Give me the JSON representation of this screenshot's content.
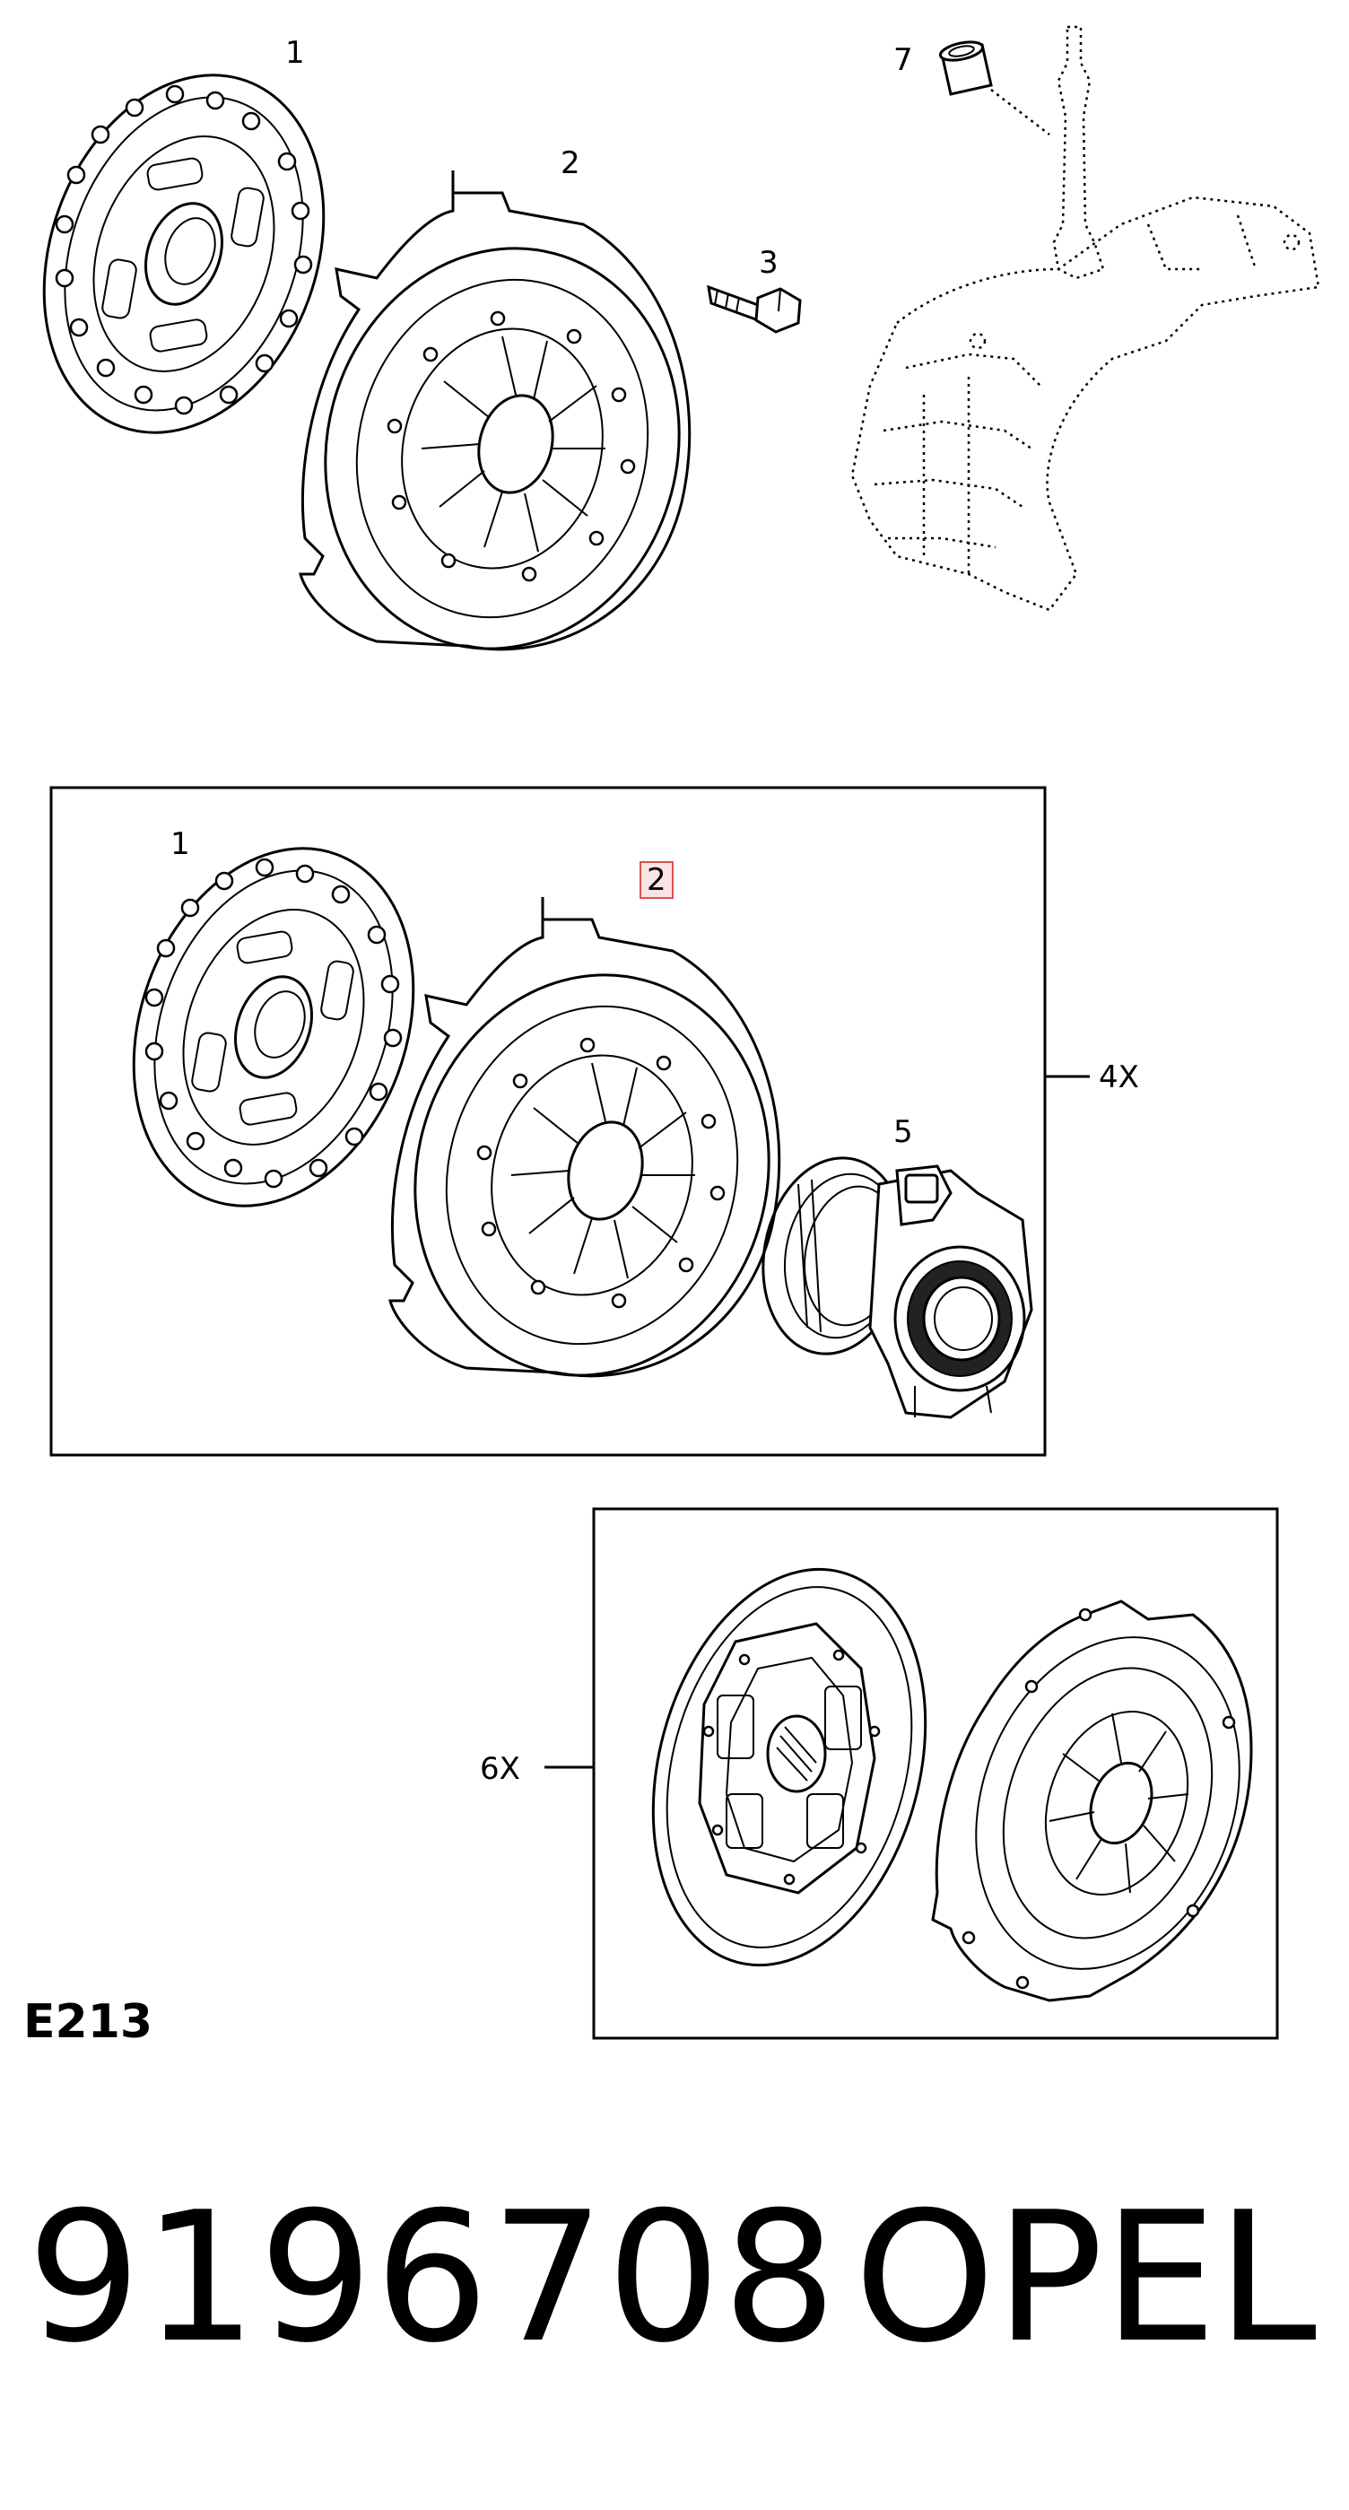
{
  "diagram": {
    "code": "E213",
    "part_number": "9196708",
    "brand": "OPEL"
  },
  "callouts": {
    "top_1": "1",
    "top_2": "2",
    "top_3": "3",
    "top_7": "7",
    "box1_1": "1",
    "box1_2": "2",
    "box1_5": "5",
    "box1_qty": "4X",
    "box2_qty": "6X"
  },
  "highlight": {
    "color": "#d9534f",
    "fill": "#fbe3e3"
  }
}
